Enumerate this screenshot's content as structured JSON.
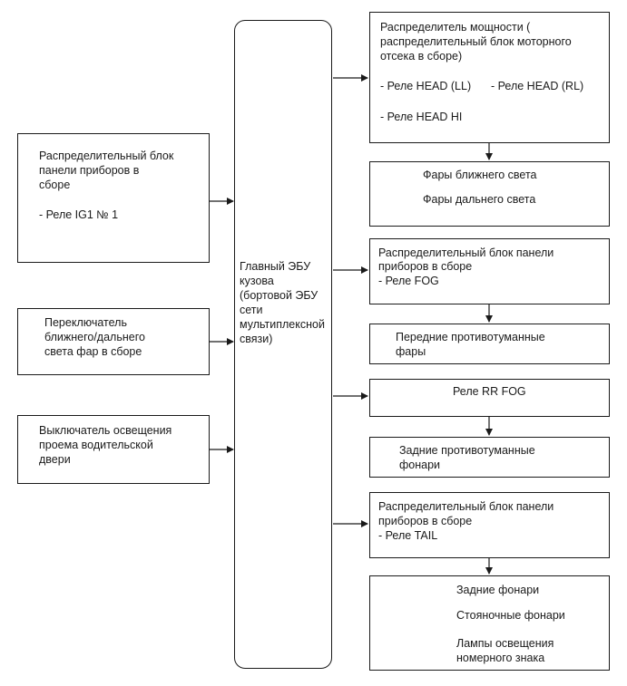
{
  "inputs": {
    "dash_block": {
      "title_lines": [
        "Распределительный блок",
        "панели приборов в",
        "сборе"
      ],
      "relay": "- Реле IG1 № 1"
    },
    "headlight_switch": {
      "lines": [
        "Переключатель",
        "ближнего/дальнего",
        "света фар в сборе"
      ]
    },
    "door_switch": {
      "lines": [
        "Выключатель освещения",
        "проема водительской",
        "двери"
      ]
    }
  },
  "ecu": {
    "lines": [
      "Главный ЭБУ",
      "кузова",
      "(бортовой ЭБУ",
      "сети",
      "мультиплексной",
      "связи)"
    ]
  },
  "outputs": {
    "engine_block": {
      "title_lines": [
        "Распределитель мощности (",
        "распределительный блок моторного",
        "отсека в сборе)"
      ],
      "relay_ll": "- Реле HEAD (LL)",
      "relay_rl": "- Реле HEAD (RL)",
      "relay_hi": "- Реле HEAD HI"
    },
    "headlamps": {
      "low": "Фары ближнего света",
      "high": "Фары дальнего света"
    },
    "dash_block_fog": {
      "title_lines": [
        "Распределительный блок панели",
        "приборов в сборе"
      ],
      "relay": "- Реле FOG"
    },
    "front_fog": {
      "lines": [
        "Передние противотуманные",
        "фары"
      ]
    },
    "rr_fog_relay": {
      "label": "Реле RR FOG"
    },
    "rear_fog": {
      "lines": [
        "Задние противотуманные",
        "фонари"
      ]
    },
    "dash_block_tail": {
      "title_lines": [
        "Распределительный блок панели",
        "приборов в сборе"
      ],
      "relay": "- Реле TAIL"
    },
    "rear_lamps": {
      "tail": "Задние фонари",
      "parking": "Стояночные фонари",
      "plate_lines": [
        "Лампы освещения",
        "номерного знака"
      ]
    }
  }
}
